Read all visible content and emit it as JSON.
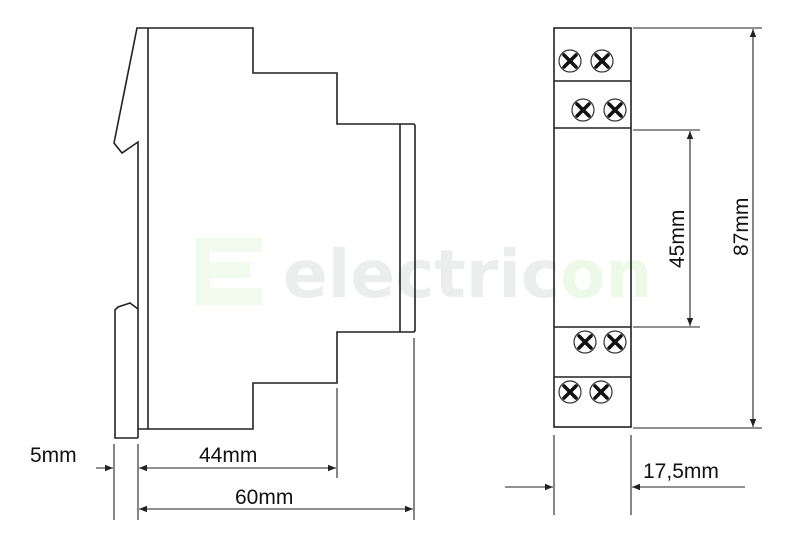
{
  "watermark": {
    "text_main": "electric",
    "text_accent": "on",
    "color_main": "#eceeee",
    "color_accent": "#ecf9e6"
  },
  "side_view": {
    "dimensions": {
      "clip": "5mm",
      "body_depth": "44mm",
      "total_depth": "60mm"
    }
  },
  "front_view": {
    "dimensions": {
      "front_height": "45mm",
      "total_height": "87mm",
      "width": "17,5mm"
    },
    "terminal_rows": 4,
    "screws_per_row": 2
  }
}
